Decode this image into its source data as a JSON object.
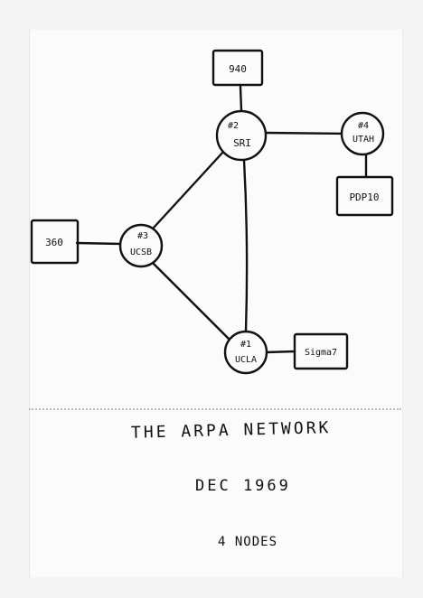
{
  "diagram": {
    "nodes": [
      {
        "id": "sri",
        "number": "#2",
        "name": "SRI"
      },
      {
        "id": "utah",
        "number": "#4",
        "name": "UTAH"
      },
      {
        "id": "ucsb",
        "number": "#3",
        "name": "UCSB"
      },
      {
        "id": "ucla",
        "number": "#1",
        "name": "UCLA"
      }
    ],
    "hosts": [
      {
        "id": "940",
        "label": "940",
        "attached_to": "sri"
      },
      {
        "id": "pdp10",
        "label": "PDP10",
        "attached_to": "utah"
      },
      {
        "id": "360",
        "label": "360",
        "attached_to": "ucsb"
      },
      {
        "id": "sigma7",
        "label": "Sigma7",
        "attached_to": "ucla"
      }
    ],
    "links": [
      [
        "sri",
        "utah"
      ],
      [
        "sri",
        "ucsb"
      ],
      [
        "sri",
        "ucla"
      ],
      [
        "ucsb",
        "ucla"
      ]
    ]
  },
  "caption": {
    "title": "THE ARPA NETWORK",
    "date": "DEC 1969",
    "nodes_count": "4 NODES"
  }
}
